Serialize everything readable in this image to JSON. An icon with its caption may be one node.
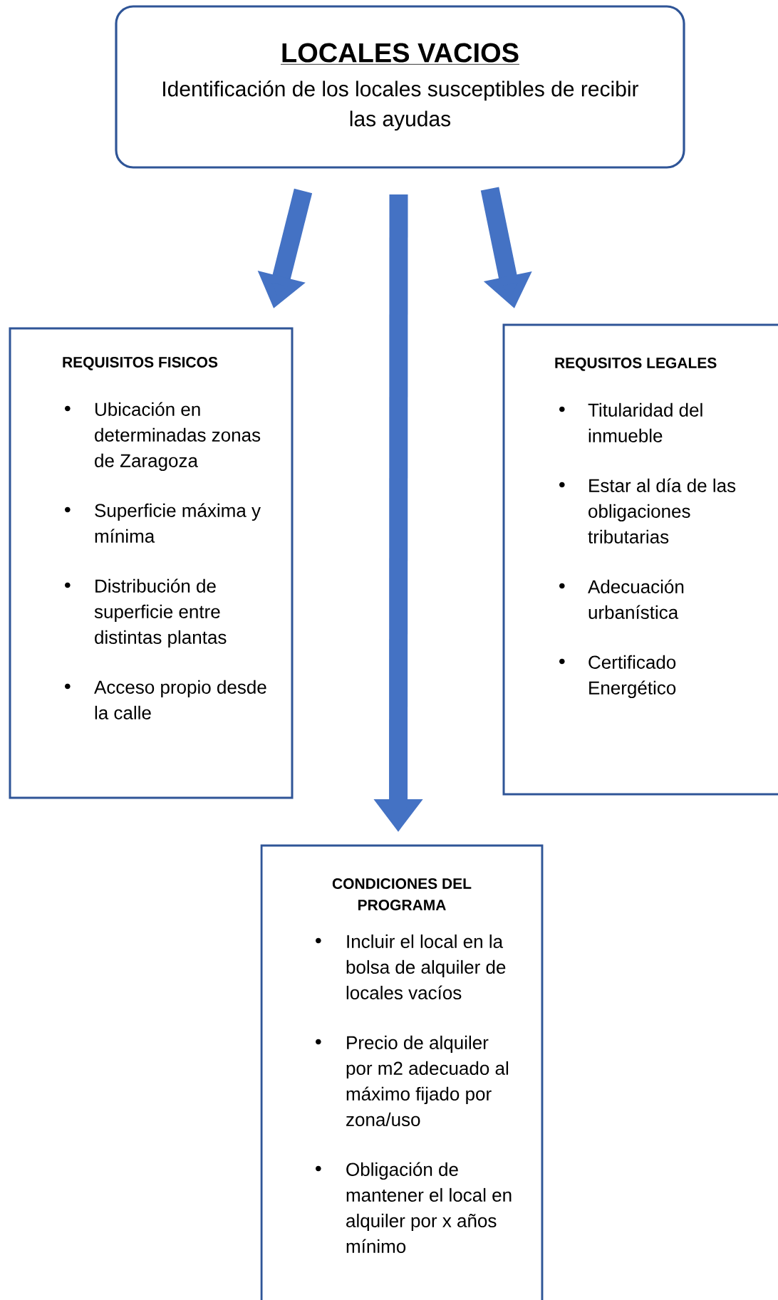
{
  "diagram": {
    "nodes": [
      {
        "text": [
          "LOCALES VACIOS",
          "Identificación de los locales susceptibles de recibir las ayudas"
        ]
      },
      {
        "text": [
          "REQUISITOS FISICOS",
          "Ubicación en determinadas zonas de Zaragoza",
          "Superficie máxima y mínima",
          "Distribución de superficie entre distintas  plantas",
          "Acceso propio desde la calle"
        ]
      },
      {
        "text": [
          "REQUSITOS LEGALES",
          "Titularidad del inmueble",
          "Estar al día de las obligaciones tributarias",
          "Adecuación urbanística",
          "Certificado Energético"
        ]
      },
      {
        "text": [
          "CONDICIONES DEL PROGRAMA",
          "Incluir el local en la bolsa de alquiler de locales vacíos",
          "Precio de alquiler por m2 adecuado al máximo fijado por zona/uso",
          "Obligación de mantener el local en alquiler por x años mínimo"
        ]
      }
    ],
    "edges": [
      {
        "from": 0,
        "to": 1,
        "arrow": "to"
      },
      {
        "from": 0,
        "to": 3,
        "arrow": "to"
      },
      {
        "from": 0,
        "to": 2,
        "arrow": "to"
      }
    ]
  }
}
